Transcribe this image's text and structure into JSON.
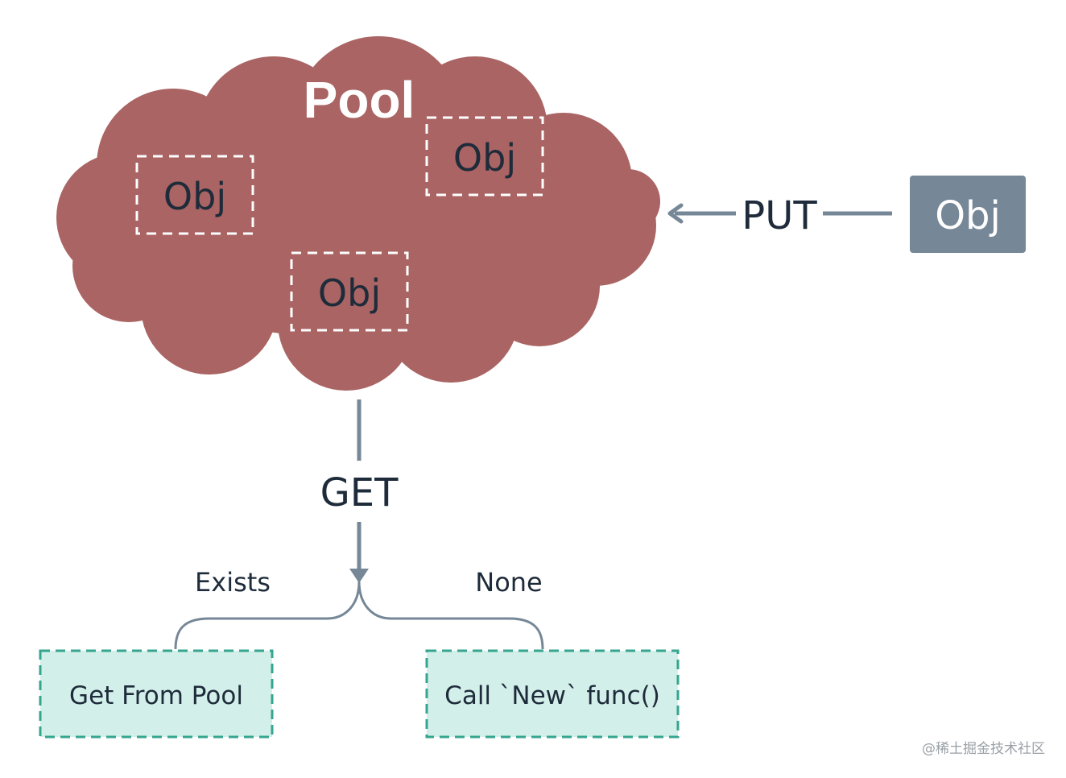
{
  "pool": {
    "title": "Pool",
    "color": "#a96463",
    "objects": [
      "Obj",
      "Obj",
      "Obj"
    ]
  },
  "put": {
    "label": "PUT",
    "object_label": "Obj",
    "object_color": "#768797"
  },
  "get": {
    "label": "GET",
    "branch_left_label": "Exists",
    "branch_right_label": "None",
    "result_left": "Get From Pool",
    "result_right": "Call `New` func()",
    "result_fill": "#d3efea",
    "result_border": "#35a58f"
  },
  "connector_color": "#768797",
  "watermark": "@稀土掘金技术社区"
}
